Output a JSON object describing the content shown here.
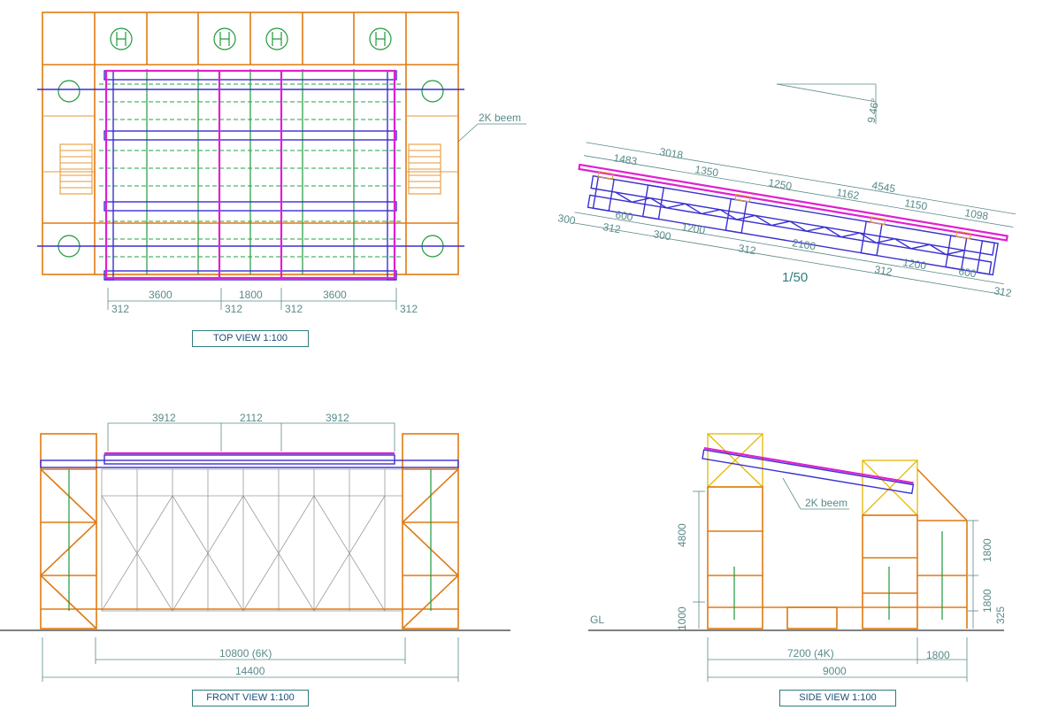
{
  "labels": {
    "top_view": "TOP VIEW  1:100",
    "front_view": "FRONT VIEW  1:100",
    "side_view": "SIDE VIEW  1:100",
    "detail_scale": "1/50"
  },
  "annotations": {
    "beam_top": "2K beem",
    "beam_side": "2K beem",
    "angle": "9.46°",
    "gl": "GL"
  },
  "top_dims": {
    "spans": [
      "3600",
      "1800",
      "3600"
    ],
    "offsets": [
      "312",
      "312",
      "312",
      "312"
    ]
  },
  "detail_dims": {
    "upper": [
      "3018",
      "1483",
      "1350",
      "1250",
      "4545",
      "1162",
      "1150",
      "1098"
    ],
    "lower": [
      "300",
      "600",
      "312",
      "300",
      "1200",
      "312",
      "2100",
      "312",
      "1200",
      "600",
      "312"
    ]
  },
  "front_dims": {
    "top": [
      "3912",
      "2112",
      "3912"
    ],
    "inner": "10800 (6K)",
    "overall": "14400"
  },
  "side_dims": {
    "height_left": "4800",
    "base_left": "1000",
    "right_upper": "1800",
    "right_lower": "1800",
    "right_small": "325",
    "inner": "7200 (4K)",
    "right_width": "1800",
    "overall": "9000"
  },
  "colors": {
    "scaffold": "#e07a12",
    "truss": "#3a2fd0",
    "roof": "#e020d0",
    "bracing": "#1f9a3a",
    "dimension": "#5a8a8a"
  }
}
